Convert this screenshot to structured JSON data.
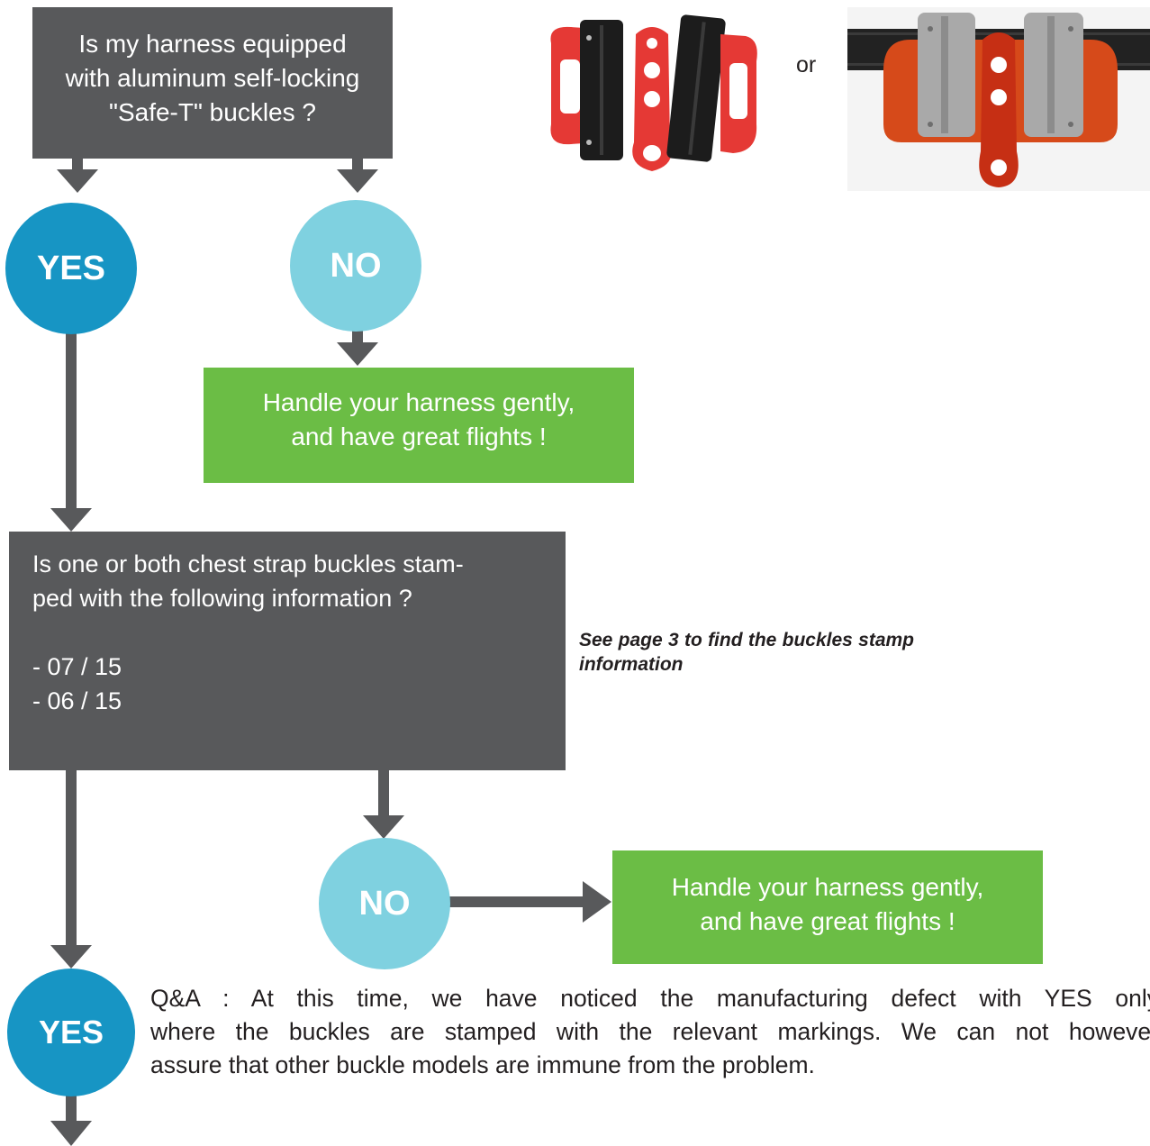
{
  "question1": {
    "lines": [
      "Is my harness equipped",
      "with aluminum self-locking",
      "\"Safe-T\" buckles ?"
    ]
  },
  "answer_yes_1": "YES",
  "answer_no_1": "NO",
  "outcome1": {
    "lines": [
      "Handle your harness gently,",
      "and have great flights !"
    ]
  },
  "question2": {
    "lines": [
      "Is one or both chest strap buckles stam-",
      "ped with the following information ?"
    ],
    "stamps": [
      "- 07 / 15",
      "- 06 / 15"
    ]
  },
  "note": "See page 3 to find the buckles stamp information",
  "answer_no_2": "NO",
  "outcome2": {
    "lines": [
      "Handle your harness gently,",
      "and have great flights !"
    ]
  },
  "answer_yes_2": "YES",
  "photo_separator": "or",
  "qa": {
    "line1": "Q&A : At this time, we have noticed the manufacturing defect with YES only",
    "line2": "where the buckles are stamped with the relevant markings. We can not however",
    "line3": "assure that other buckle models are immune from the problem."
  },
  "colors": {
    "question_box": "#58595b",
    "yes_circle": "#1795c4",
    "no_circle": "#7fd1e0",
    "outcome_box": "#6bbd45",
    "arrow": "#58595b"
  }
}
